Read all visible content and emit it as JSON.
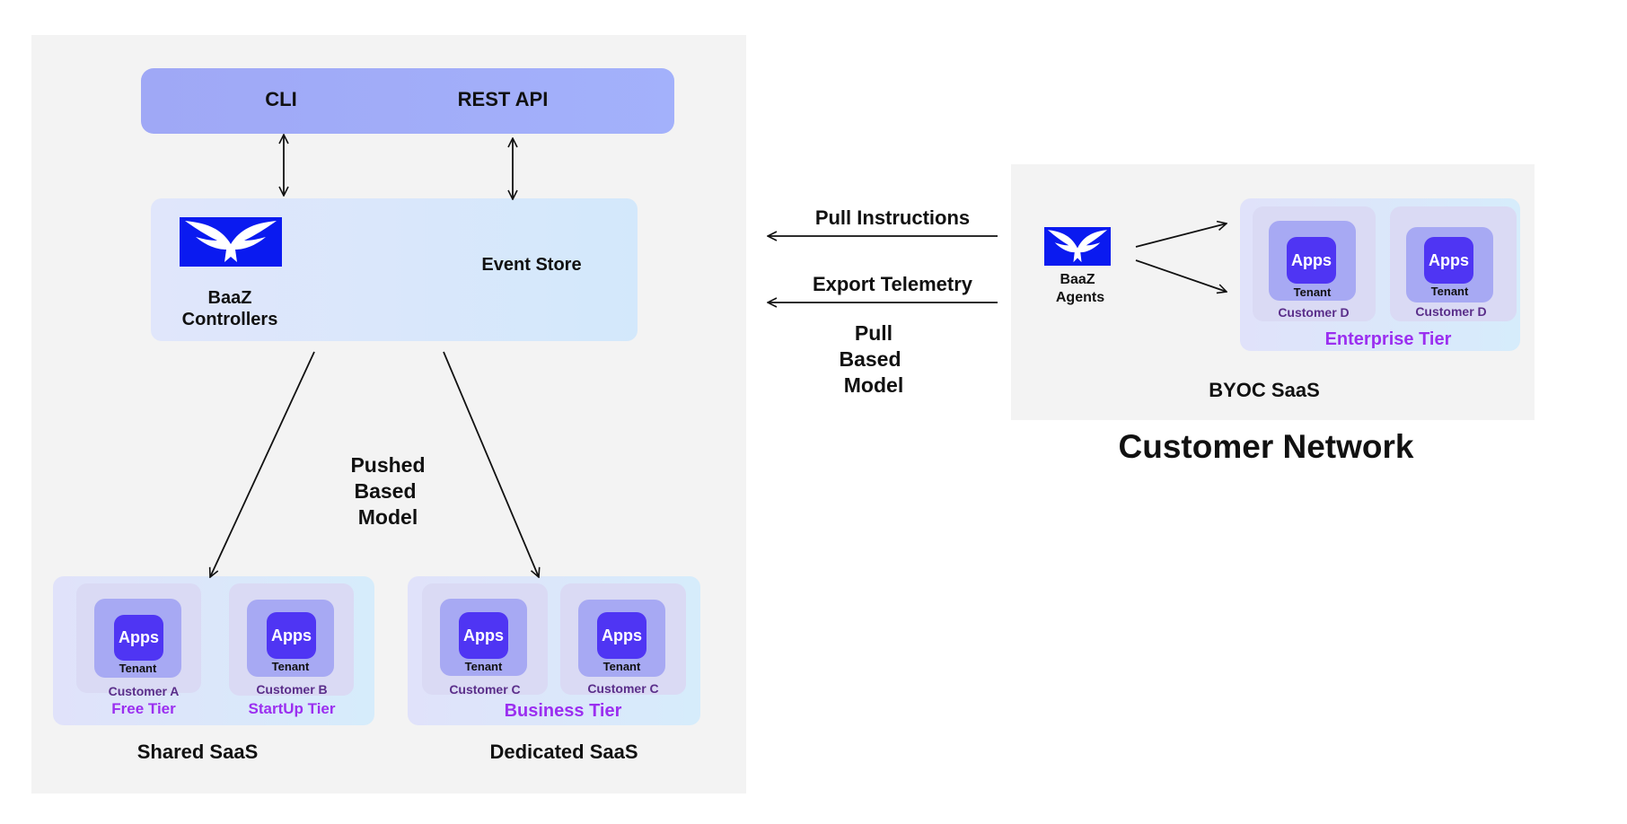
{
  "api": {
    "cli": "CLI",
    "rest": "REST API"
  },
  "controllers": {
    "name_line1": "BaaZ",
    "name_line2": "Controllers",
    "event_store": "Event Store",
    "logo": "eagle-logo-icon"
  },
  "push_model": [
    "Pushed",
    "Based",
    "Model"
  ],
  "pull_model": [
    "Pull",
    "Based",
    "Model"
  ],
  "links": {
    "pull_instructions": "Pull Instructions",
    "export_telemetry": "Export Telemetry"
  },
  "shared": {
    "label": "Shared SaaS",
    "customers": [
      {
        "apps": "Apps",
        "tenant": "Tenant",
        "customer": "Customer A",
        "tier": "Free Tier"
      },
      {
        "apps": "Apps",
        "tenant": "Tenant",
        "customer": "Customer B",
        "tier": "StartUp Tier"
      }
    ]
  },
  "dedicated": {
    "label": "Dedicated SaaS",
    "tier": "Business Tier",
    "customers": [
      {
        "apps": "Apps",
        "tenant": "Tenant",
        "customer": "Customer C"
      },
      {
        "apps": "Apps",
        "tenant": "Tenant",
        "customer": "Customer C"
      }
    ]
  },
  "byoc": {
    "label": "BYOC SaaS",
    "agents_line1": "BaaZ",
    "agents_line2": "Agents",
    "tier": "Enterprise Tier",
    "customers": [
      {
        "apps": "Apps",
        "tenant": "Tenant",
        "customer": "Customer D"
      },
      {
        "apps": "Apps",
        "tenant": "Tenant",
        "customer": "Customer D"
      }
    ]
  },
  "network_title": "Customer Network",
  "colors": {
    "apps": "#4f35f3",
    "tier": "#9b2ff0",
    "customer": "#5a2e8a",
    "logo": "#0a1af0",
    "panel": "#f3f3f3"
  }
}
